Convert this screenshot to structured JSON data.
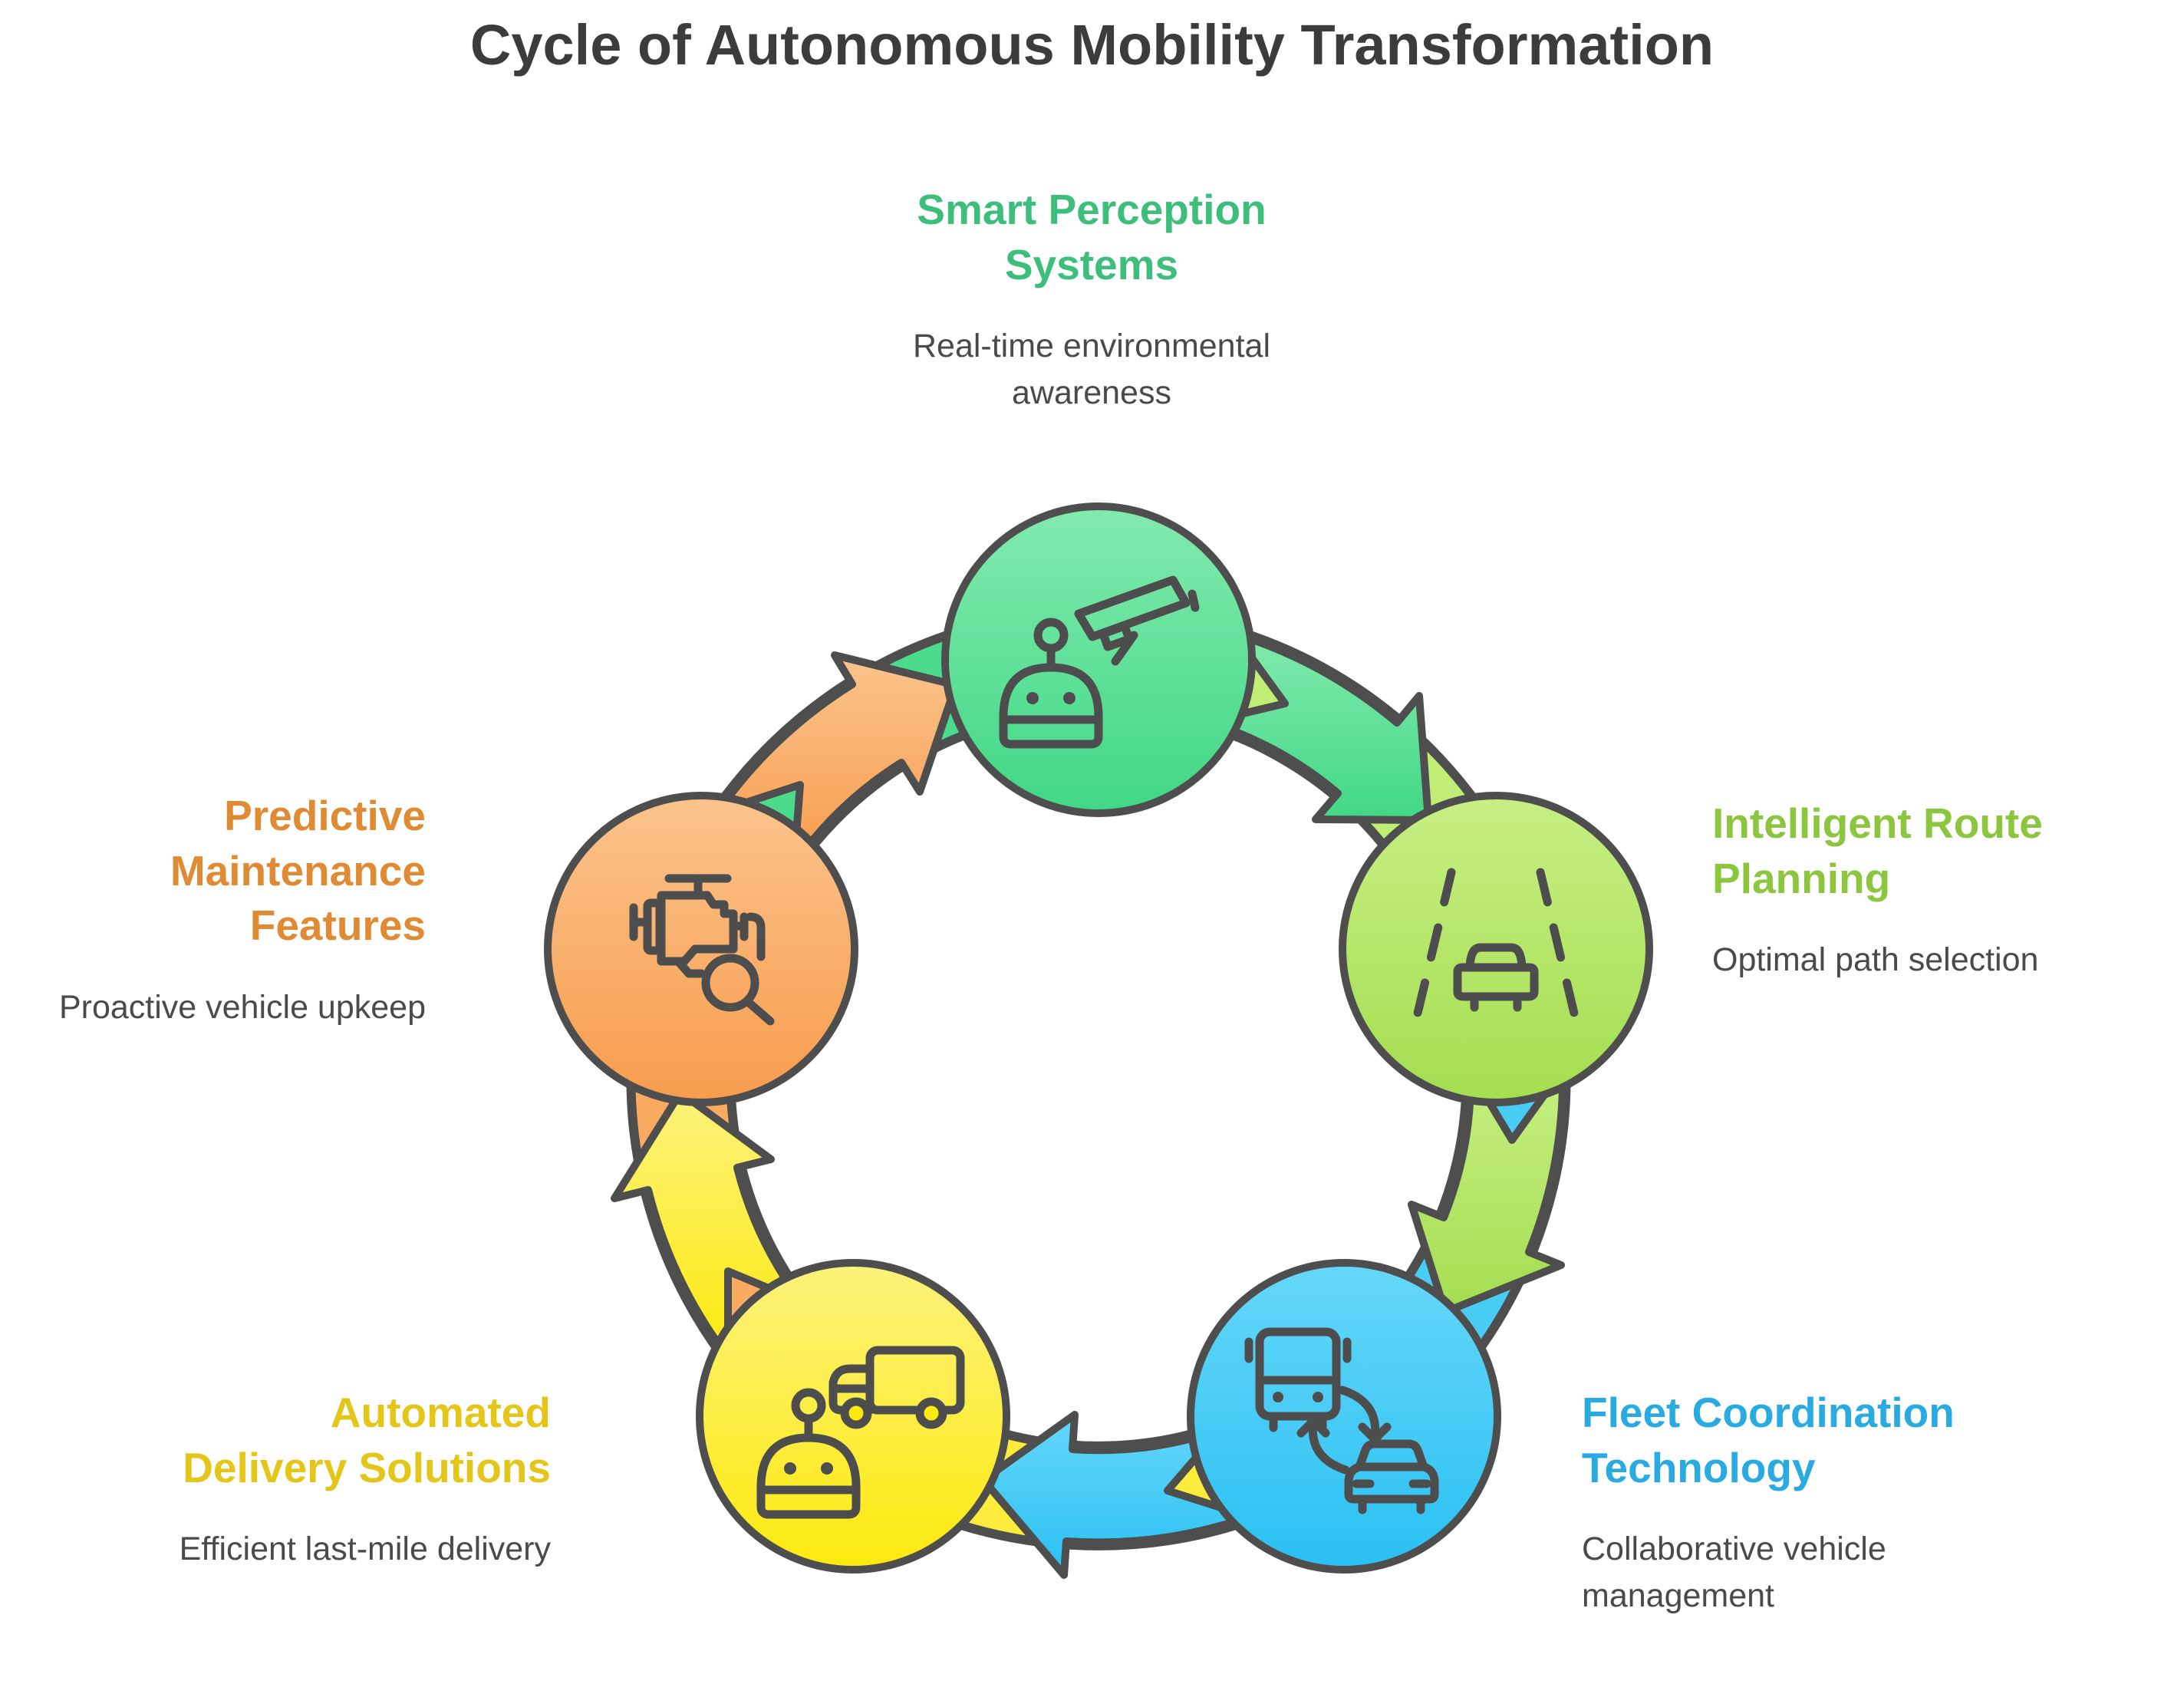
{
  "title": {
    "text": "Cycle of Autonomous Mobility Transformation",
    "color": "#3c3c3c"
  },
  "outline_color": "#4e4e4e",
  "icon_color": "#4d4d4d",
  "subtitle_color": "#4a4a4a",
  "background": "#ffffff",
  "nodes": [
    {
      "id": "smart-perception",
      "label": "Smart Perception\nSystems",
      "description": "Real-time environmental\nawareness",
      "heading_color": "#3dbe7d",
      "fill_top": "#82eaad",
      "fill_bottom": "#41d787",
      "band_color": "#4cdb8d",
      "icon": "robot-with-surveillance-camera-icon"
    },
    {
      "id": "intelligent-route-planning",
      "label": "Intelligent Route\nPlanning",
      "description": "Optimal path selection",
      "heading_color": "#8cc63f",
      "fill_top": "#c7ef83",
      "fill_bottom": "#a4dd50",
      "band_color": "#c0ed76",
      "icon": "road-with-car-icon"
    },
    {
      "id": "fleet-coordination",
      "label": "Fleet Coordination\nTechnology",
      "description": "Collaborative vehicle\nmanagement",
      "heading_color": "#29abe2",
      "fill_top": "#66d7f8",
      "fill_bottom": "#29c0f2",
      "band_color": "#49ccf4",
      "icon": "bus-car-exchange-icon"
    },
    {
      "id": "automated-delivery",
      "label": "Automated\nDelivery Solutions",
      "description": "Efficient last-mile delivery",
      "heading_color": "#e3c619",
      "fill_top": "#fbf27b",
      "fill_bottom": "#fde90e",
      "band_color": "#fdec3c",
      "icon": "robot-with-truck-icon"
    },
    {
      "id": "predictive-maintenance",
      "label": "Predictive\nMaintenance\nFeatures",
      "description": "Proactive vehicle upkeep",
      "heading_color": "#e08b33",
      "fill_top": "#fac48d",
      "fill_bottom": "#f89c4d",
      "band_color": "#f9ab61",
      "icon": "engine-with-magnifier-icon"
    }
  ]
}
